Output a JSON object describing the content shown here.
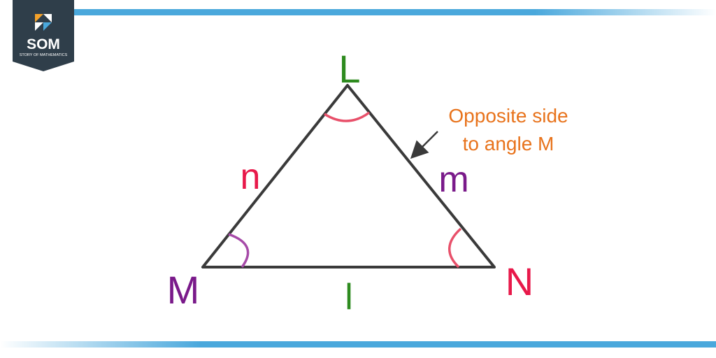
{
  "logo": {
    "text": "SOM",
    "tagline": "STORY OF MATHEMATICS"
  },
  "diagram": {
    "vertices": {
      "L": "L",
      "M": "M",
      "N": "N"
    },
    "sides": {
      "n": "n",
      "m": "m",
      "l": "l"
    },
    "annotation": {
      "line1": "Opposite side",
      "line2": "to angle M"
    }
  },
  "colors": {
    "banner": "#4aa8dc",
    "logo_bg": "#2f3e4a",
    "triangle_stroke": "#3a3a3a",
    "green": "#2e8b1f",
    "purple": "#7a1a8a",
    "red": "#e8194a",
    "orange": "#e8731c",
    "angle_pink": "#e8506a",
    "angle_purple": "#a64aa8"
  }
}
